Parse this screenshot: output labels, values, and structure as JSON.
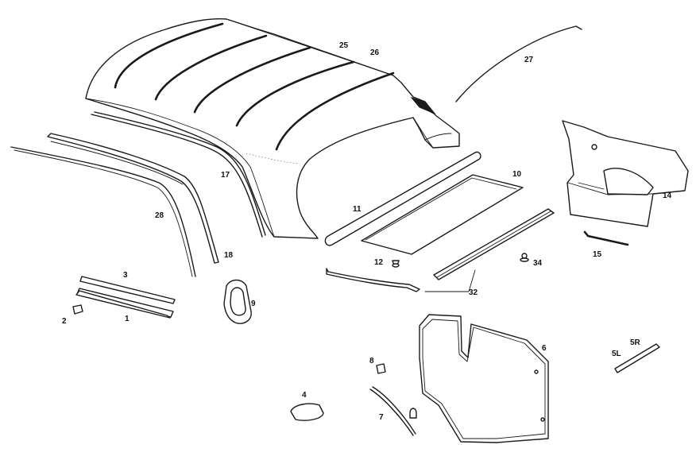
{
  "callouts": [
    {
      "id": "c1",
      "label": "1"
    },
    {
      "id": "c2",
      "label": "2"
    },
    {
      "id": "c3",
      "label": "3"
    },
    {
      "id": "c4",
      "label": "4"
    },
    {
      "id": "c5L",
      "label": "5L"
    },
    {
      "id": "c5R",
      "label": "5R"
    },
    {
      "id": "c6",
      "label": "6"
    },
    {
      "id": "c7",
      "label": "7"
    },
    {
      "id": "c8",
      "label": "8"
    },
    {
      "id": "c9",
      "label": "9"
    },
    {
      "id": "c10",
      "label": "10"
    },
    {
      "id": "c11",
      "label": "11"
    },
    {
      "id": "c12",
      "label": "12"
    },
    {
      "id": "c14",
      "label": "14"
    },
    {
      "id": "c15",
      "label": "15"
    },
    {
      "id": "c17",
      "label": "17"
    },
    {
      "id": "c18",
      "label": "18"
    },
    {
      "id": "c25",
      "label": "25"
    },
    {
      "id": "c26",
      "label": "26"
    },
    {
      "id": "c27",
      "label": "27"
    },
    {
      "id": "c28",
      "label": "28"
    },
    {
      "id": "c32",
      "label": "32"
    },
    {
      "id": "c34",
      "label": "34"
    }
  ]
}
